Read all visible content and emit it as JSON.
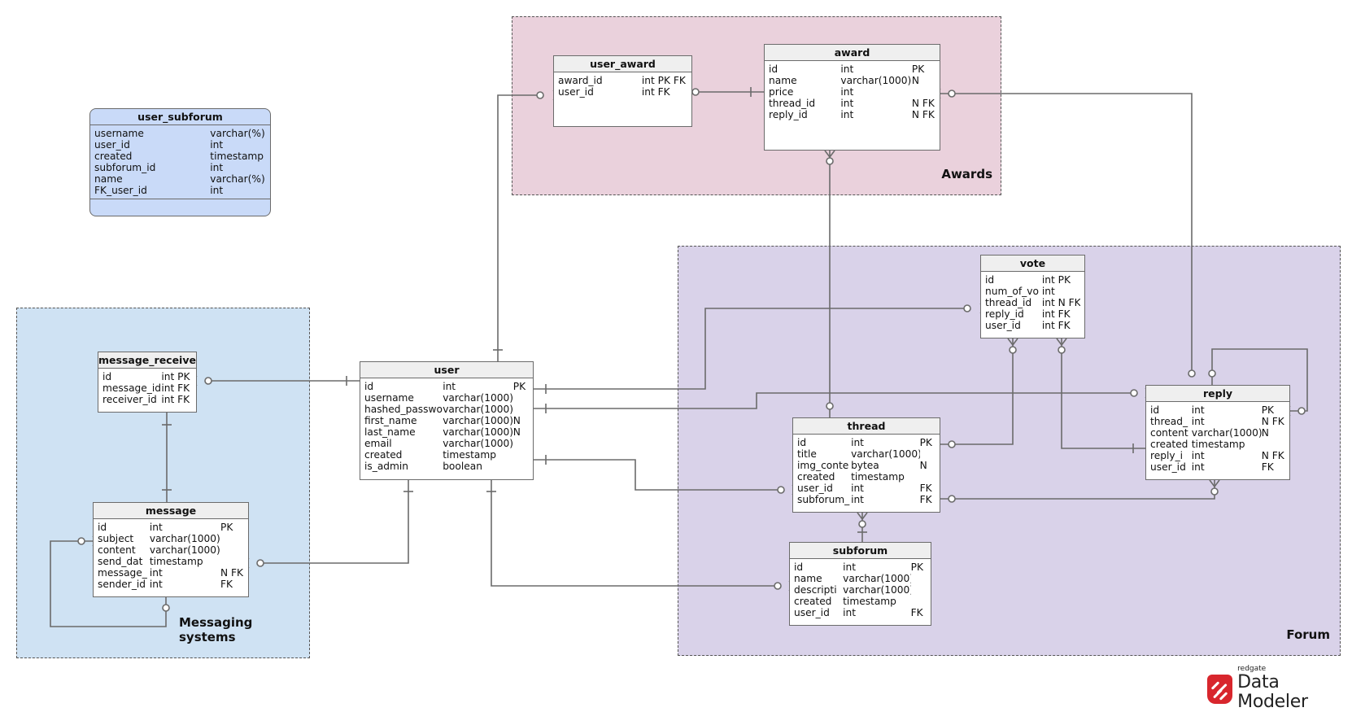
{
  "groups": {
    "awards": {
      "label": "Awards",
      "color": "#ead1dc"
    },
    "messaging": {
      "label": "Messaging systems",
      "color": "#cfe2f3"
    },
    "forum": {
      "label": "Forum",
      "color": "#d9d2e9"
    }
  },
  "views": {
    "user_subforum": {
      "title": "user_subforum",
      "rows": [
        [
          "username",
          "varchar(%)"
        ],
        [
          "user_id",
          "int"
        ],
        [
          "created",
          "timestamp"
        ],
        [
          "subforum_id",
          "int"
        ],
        [
          "name",
          "varchar(%)"
        ],
        [
          "FK_user_id",
          "int"
        ]
      ]
    }
  },
  "tables": {
    "user_award": {
      "title": "user_award",
      "rows": [
        [
          "award_id",
          "int PK FK",
          ""
        ],
        [
          "user_id",
          "int FK",
          ""
        ]
      ]
    },
    "award": {
      "title": "award",
      "rows": [
        [
          "id",
          "int",
          "PK"
        ],
        [
          "name",
          "varchar(1000)",
          "N"
        ],
        [
          "price",
          "int",
          ""
        ],
        [
          "thread_id",
          "int",
          "N FK"
        ],
        [
          "reply_id",
          "int",
          "N FK"
        ]
      ]
    },
    "message_receive": {
      "title": "message_receive",
      "rows": [
        [
          "id",
          "int PK",
          ""
        ],
        [
          "message_id",
          "int FK",
          ""
        ],
        [
          "receiver_id",
          "int FK",
          ""
        ]
      ]
    },
    "message": {
      "title": "message",
      "rows": [
        [
          "id",
          "int",
          "PK"
        ],
        [
          "subject",
          "varchar(1000)",
          ""
        ],
        [
          "content",
          "varchar(1000)",
          ""
        ],
        [
          "send_dat",
          "timestamp",
          ""
        ],
        [
          "message_",
          "int",
          "N FK"
        ],
        [
          "sender_id",
          "int",
          "FK"
        ]
      ]
    },
    "user": {
      "title": "user",
      "rows": [
        [
          "id",
          "int",
          "PK"
        ],
        [
          "username",
          "varchar(1000)",
          ""
        ],
        [
          "hashed_passwo",
          "varchar(1000)",
          ""
        ],
        [
          "first_name",
          "varchar(1000)",
          "N"
        ],
        [
          "last_name",
          "varchar(1000)",
          "N"
        ],
        [
          "email",
          "varchar(1000)",
          ""
        ],
        [
          "created",
          "timestamp",
          ""
        ],
        [
          "is_admin",
          "boolean",
          ""
        ]
      ]
    },
    "vote": {
      "title": "vote",
      "rows": [
        [
          "id",
          "int PK",
          ""
        ],
        [
          "num_of_vo",
          "int",
          ""
        ],
        [
          "thread_id",
          "int N FK",
          ""
        ],
        [
          "reply_id",
          "int FK",
          ""
        ],
        [
          "user_id",
          "int FK",
          ""
        ]
      ]
    },
    "thread": {
      "title": "thread",
      "rows": [
        [
          "id",
          "int",
          "PK"
        ],
        [
          "title",
          "varchar(1000)",
          ""
        ],
        [
          "img_conte",
          "bytea",
          "N"
        ],
        [
          "created",
          "timestamp",
          ""
        ],
        [
          "user_id",
          "int",
          "FK"
        ],
        [
          "subforum_",
          "int",
          "FK"
        ]
      ]
    },
    "reply": {
      "title": "reply",
      "rows": [
        [
          "id",
          "int",
          "PK"
        ],
        [
          "thread_",
          "int",
          "N FK"
        ],
        [
          "content",
          "varchar(1000)",
          "N"
        ],
        [
          "created",
          "timestamp",
          ""
        ],
        [
          "reply_i",
          "int",
          "N FK"
        ],
        [
          "user_id",
          "int",
          "FK"
        ]
      ]
    },
    "subforum": {
      "title": "subforum",
      "rows": [
        [
          "id",
          "int",
          "PK"
        ],
        [
          "name",
          "varchar(1000)",
          ""
        ],
        [
          "descripti",
          "varchar(1000)",
          ""
        ],
        [
          "created",
          "timestamp",
          ""
        ],
        [
          "user_id",
          "int",
          "FK"
        ]
      ]
    }
  },
  "relationships": [
    {
      "from": "user",
      "to": "user_award",
      "type": "one-to-many-optional"
    },
    {
      "from": "award",
      "to": "user_award",
      "type": "one-to-zero-or-one"
    },
    {
      "from": "thread",
      "to": "award",
      "type": "zero-or-one-to-many"
    },
    {
      "from": "reply",
      "to": "award",
      "type": "zero-or-one-to-many"
    },
    {
      "from": "user",
      "to": "message_receive",
      "type": "one-to-many-optional"
    },
    {
      "from": "message",
      "to": "message_receive",
      "type": "one-to-one"
    },
    {
      "from": "message",
      "to": "message",
      "type": "self-reference"
    },
    {
      "from": "user",
      "to": "message",
      "type": "one-to-many-optional"
    },
    {
      "from": "user",
      "to": "vote",
      "type": "one-to-many-optional"
    },
    {
      "from": "user",
      "to": "reply",
      "type": "one-to-many-optional"
    },
    {
      "from": "user",
      "to": "thread",
      "type": "one-to-many-optional"
    },
    {
      "from": "user",
      "to": "subforum",
      "type": "one-to-many-optional"
    },
    {
      "from": "thread",
      "to": "vote",
      "type": "zero-or-one-to-many"
    },
    {
      "from": "reply",
      "to": "vote",
      "type": "one-to-many"
    },
    {
      "from": "thread",
      "to": "reply",
      "type": "zero-or-one-to-many"
    },
    {
      "from": "reply",
      "to": "reply",
      "type": "self-reference"
    },
    {
      "from": "subforum",
      "to": "thread",
      "type": "one-to-many-optional"
    }
  ],
  "branding": {
    "small": "redgate",
    "big": "Data Modeler",
    "color": "#d8262d"
  }
}
